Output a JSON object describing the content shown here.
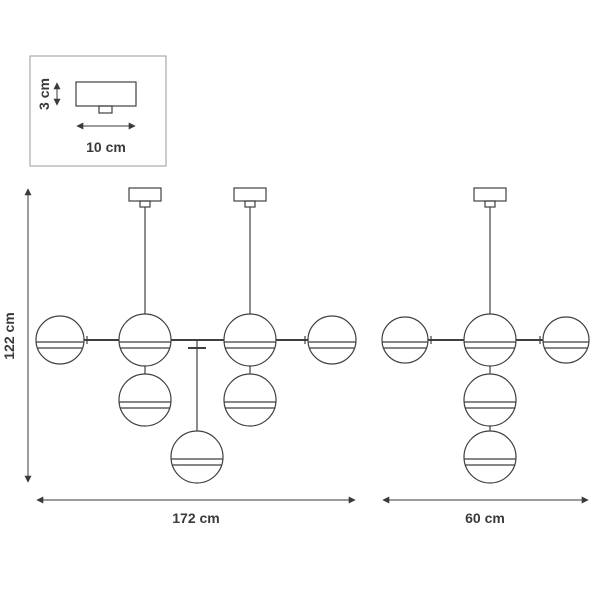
{
  "colors": {
    "line": "#3f3f3f",
    "inset_border": "#9a9a9a",
    "background": "#ffffff",
    "text": "#3a3a3a"
  },
  "mount_detail": {
    "height_label": "3 cm",
    "width_label": "10 cm"
  },
  "front_view": {
    "height_label": "122 cm",
    "width_label": "172 cm"
  },
  "side_view": {
    "width_label": "60 cm"
  }
}
